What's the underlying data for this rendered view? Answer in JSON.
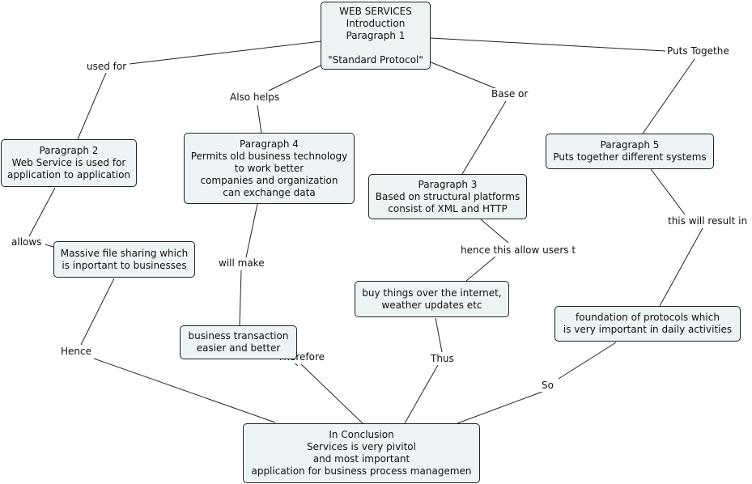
{
  "nodes": {
    "intro": "WEB SERVICES\nIntroduction\nParagraph 1\n\n\"Standard Protocol\"",
    "para2": "Paragraph 2\nWeb Service is used for\napplication to application",
    "para4": "Paragraph 4\nPermits old business technology\nto work better\ncompanies and organization\ncan exchange data",
    "para3": "Paragraph 3\nBased on structural platforms\nconsist of XML and HTTP",
    "para5": "Paragraph 5\nPuts together different systems",
    "massive": "Massive file sharing which\nis inportant to businesses",
    "buy": "buy things over the internet,\nweather updates etc",
    "business": "business transaction\neasier and better",
    "foundation": "foundation of protocols which\nis very important in daily activities",
    "conclusion": "In Conclusion\nServices is very pivitol\nand most important\napplication for business process managemen"
  },
  "links": {
    "used_for": "used for",
    "also_helps": "Also helps",
    "base_or": "Base or",
    "puts_togethe": "Puts Togethe",
    "allows": "allows",
    "will_make": "will make",
    "hence_this": "hence this allow users t",
    "this_will_result": "this will result in",
    "hence": "Hence",
    "therefore": "Therefore",
    "thus": "Thus",
    "so": "So"
  }
}
